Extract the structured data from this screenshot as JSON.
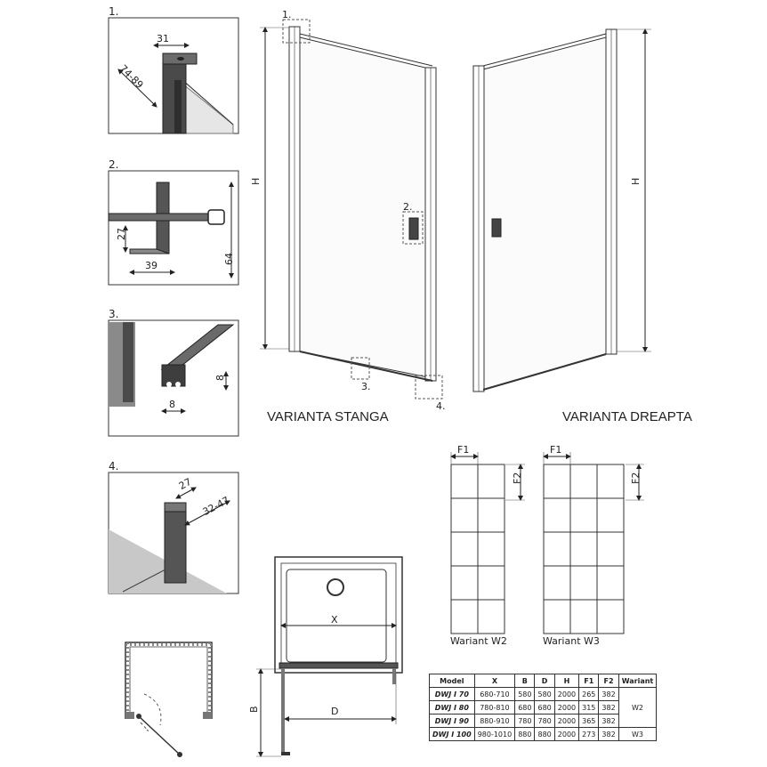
{
  "details": {
    "d1": {
      "num": "1.",
      "width": "31",
      "depth": "74-89"
    },
    "d2": {
      "num": "2.",
      "h": "27",
      "w": "39",
      "h2": "64"
    },
    "d3": {
      "num": "3.",
      "h": "8",
      "w": "8"
    },
    "d4": {
      "num": "4.",
      "a": "27",
      "b": "32-47"
    }
  },
  "door_left": {
    "caption": "VARIANTA STANGA",
    "height_label": "H",
    "callouts": [
      "1.",
      "2.",
      "3.",
      "4."
    ]
  },
  "door_right": {
    "caption": "VARIANTA DREAPTA",
    "height_label": "H"
  },
  "tiles": {
    "w2": {
      "label": "Wariant W2",
      "f1": "F1",
      "f2": "F2"
    },
    "w3": {
      "label": "Wariant W3",
      "f1": "F1",
      "f2": "F2"
    }
  },
  "plan": {
    "x": "X",
    "b": "B",
    "d": "D"
  },
  "table": {
    "headers": [
      "Model",
      "X",
      "B",
      "D",
      "H",
      "F1",
      "F2",
      "Wariant"
    ],
    "rows": [
      [
        "DWJ I 70",
        "680-710",
        "580",
        "580",
        "2000",
        "265",
        "382"
      ],
      [
        "DWJ I 80",
        "780-810",
        "680",
        "680",
        "2000",
        "315",
        "382"
      ],
      [
        "DWJ I 90",
        "880-910",
        "780",
        "780",
        "2000",
        "365",
        "382"
      ],
      [
        "DWJ I 100",
        "980-1010",
        "880",
        "880",
        "2000",
        "273",
        "382"
      ]
    ],
    "variants": [
      "W2",
      "W3"
    ]
  }
}
